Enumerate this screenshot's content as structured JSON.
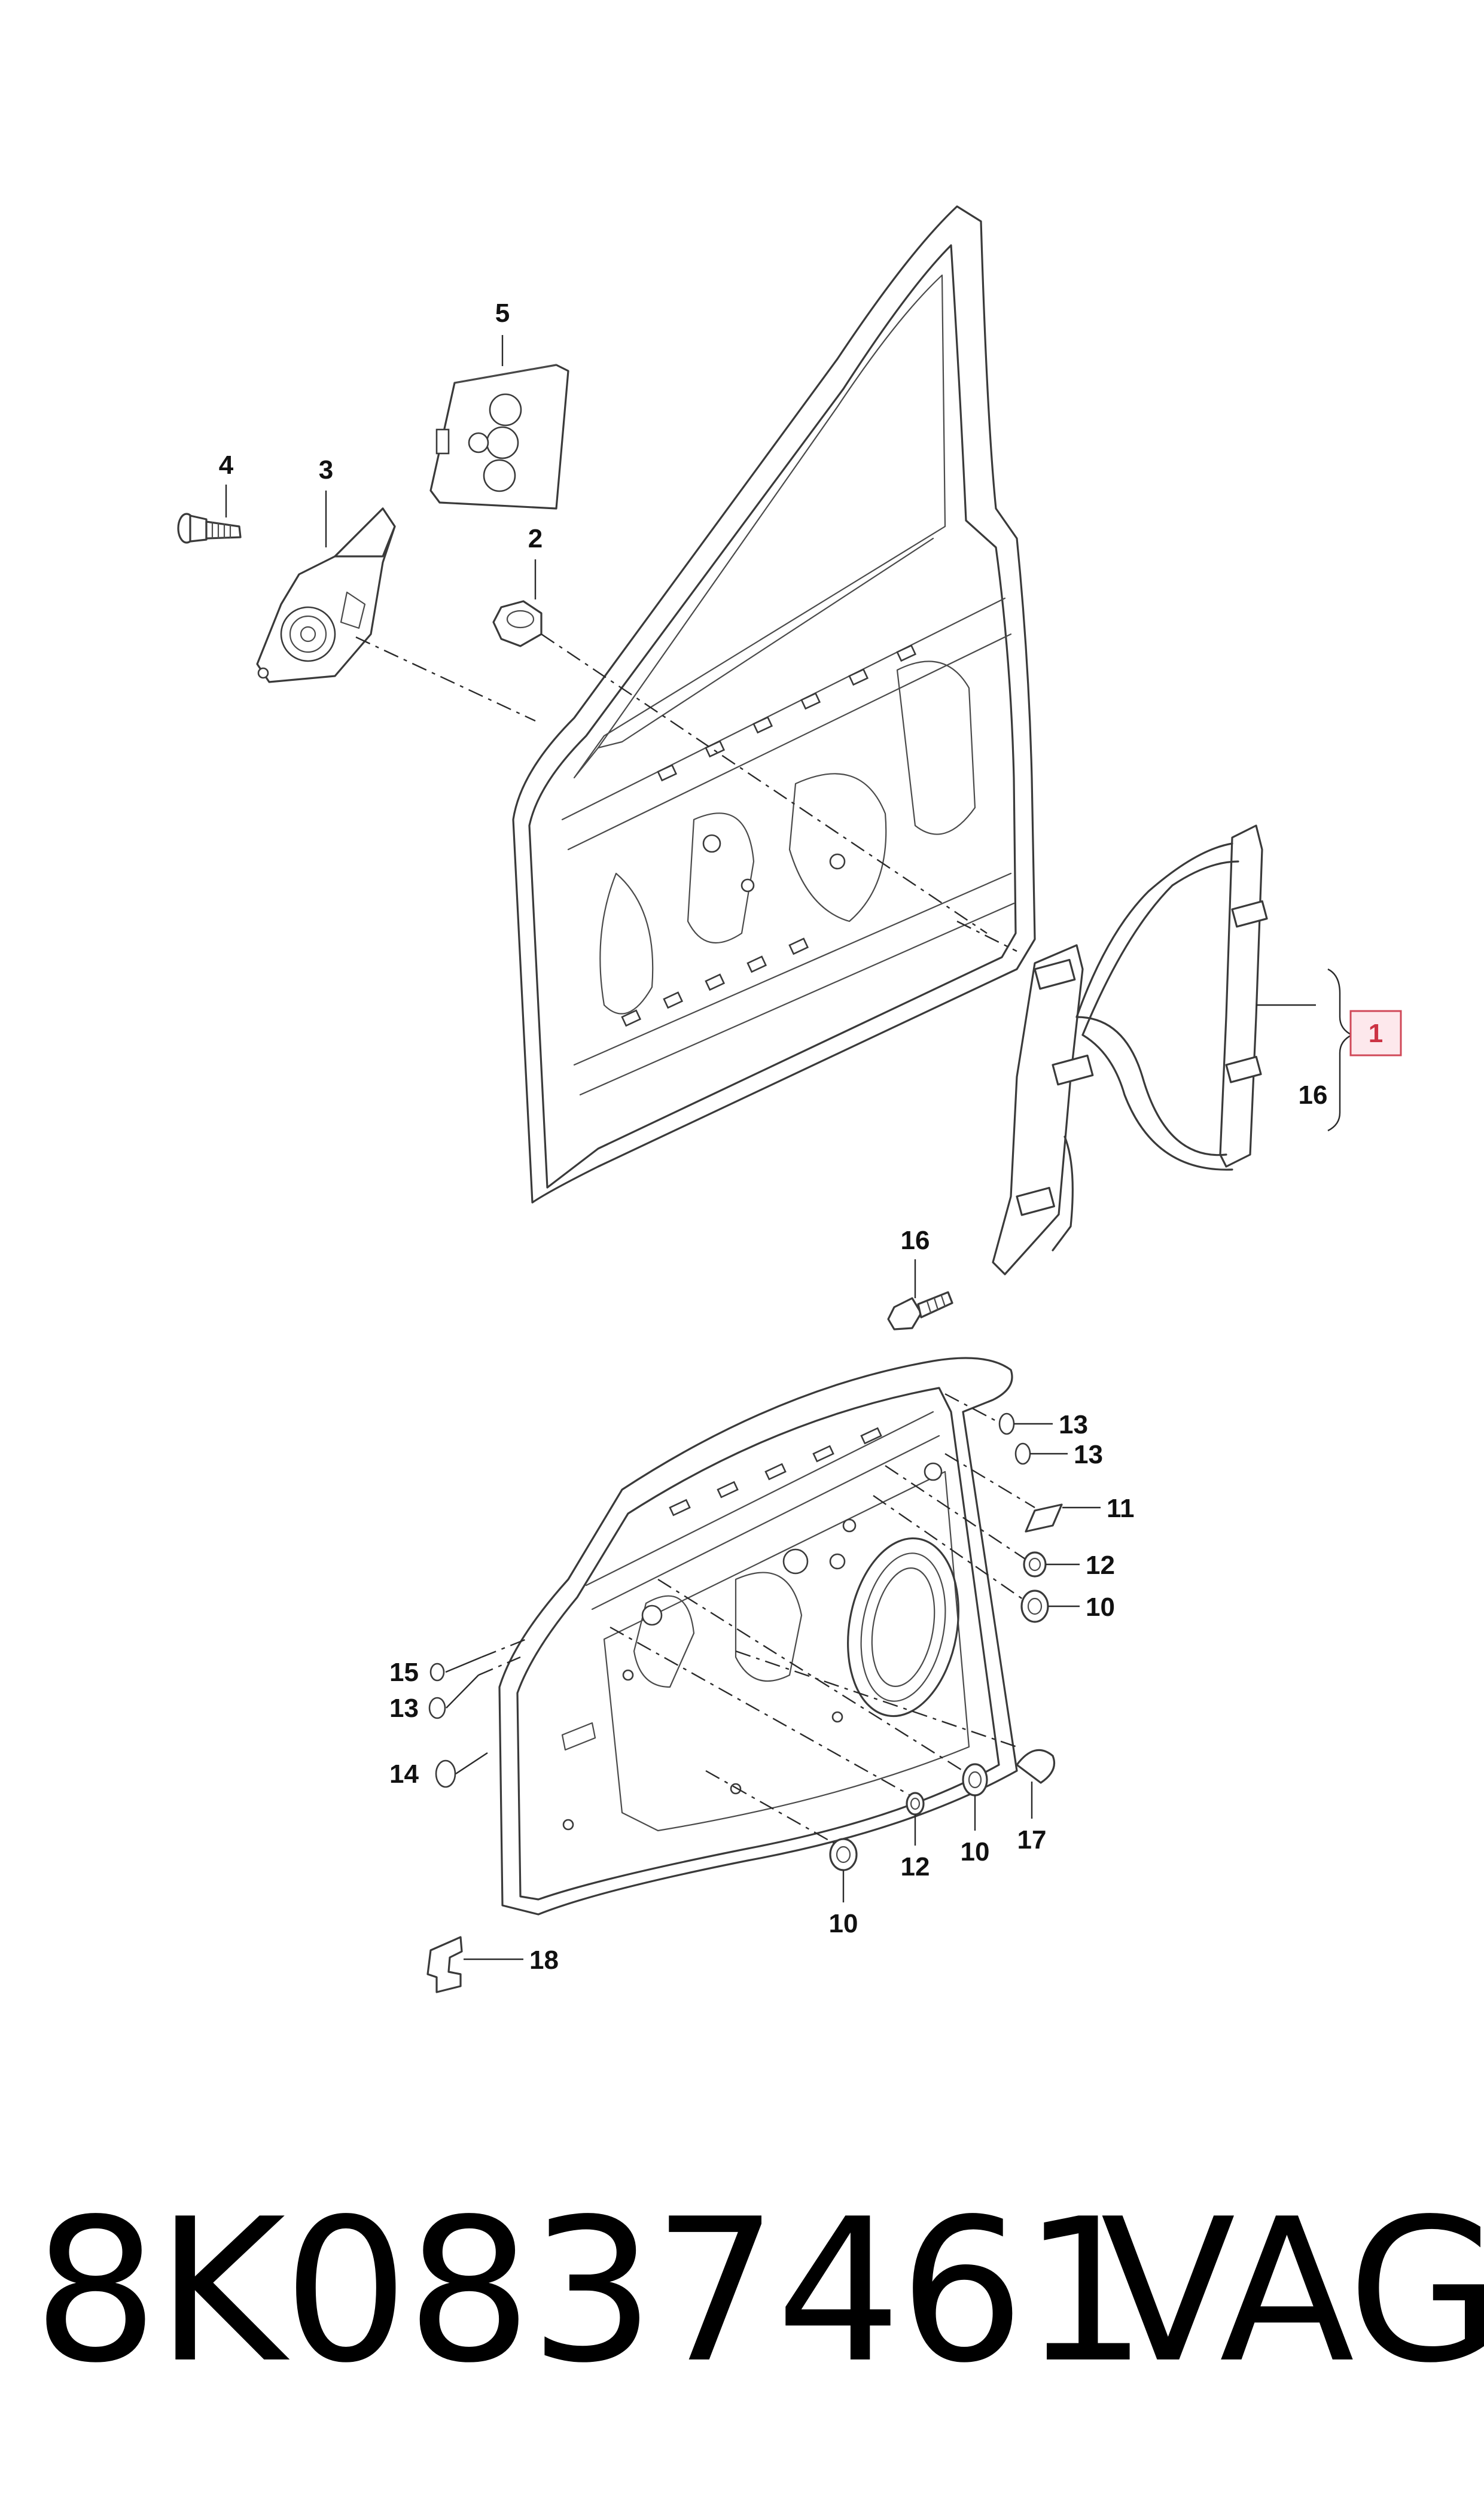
{
  "diagram": {
    "callouts": [
      {
        "id": "1",
        "highlighted": true
      },
      {
        "id": "2"
      },
      {
        "id": "3"
      },
      {
        "id": "4"
      },
      {
        "id": "5"
      },
      {
        "id": "16"
      },
      {
        "id": "16"
      },
      {
        "id": "13"
      },
      {
        "id": "13"
      },
      {
        "id": "11"
      },
      {
        "id": "12"
      },
      {
        "id": "10"
      },
      {
        "id": "15"
      },
      {
        "id": "13"
      },
      {
        "id": "14"
      },
      {
        "id": "12"
      },
      {
        "id": "10"
      },
      {
        "id": "17"
      },
      {
        "id": "10"
      },
      {
        "id": "18"
      }
    ],
    "highlight_color": "#d04858"
  },
  "footer": {
    "part_number": "8K0837461",
    "brand": "VAG"
  }
}
